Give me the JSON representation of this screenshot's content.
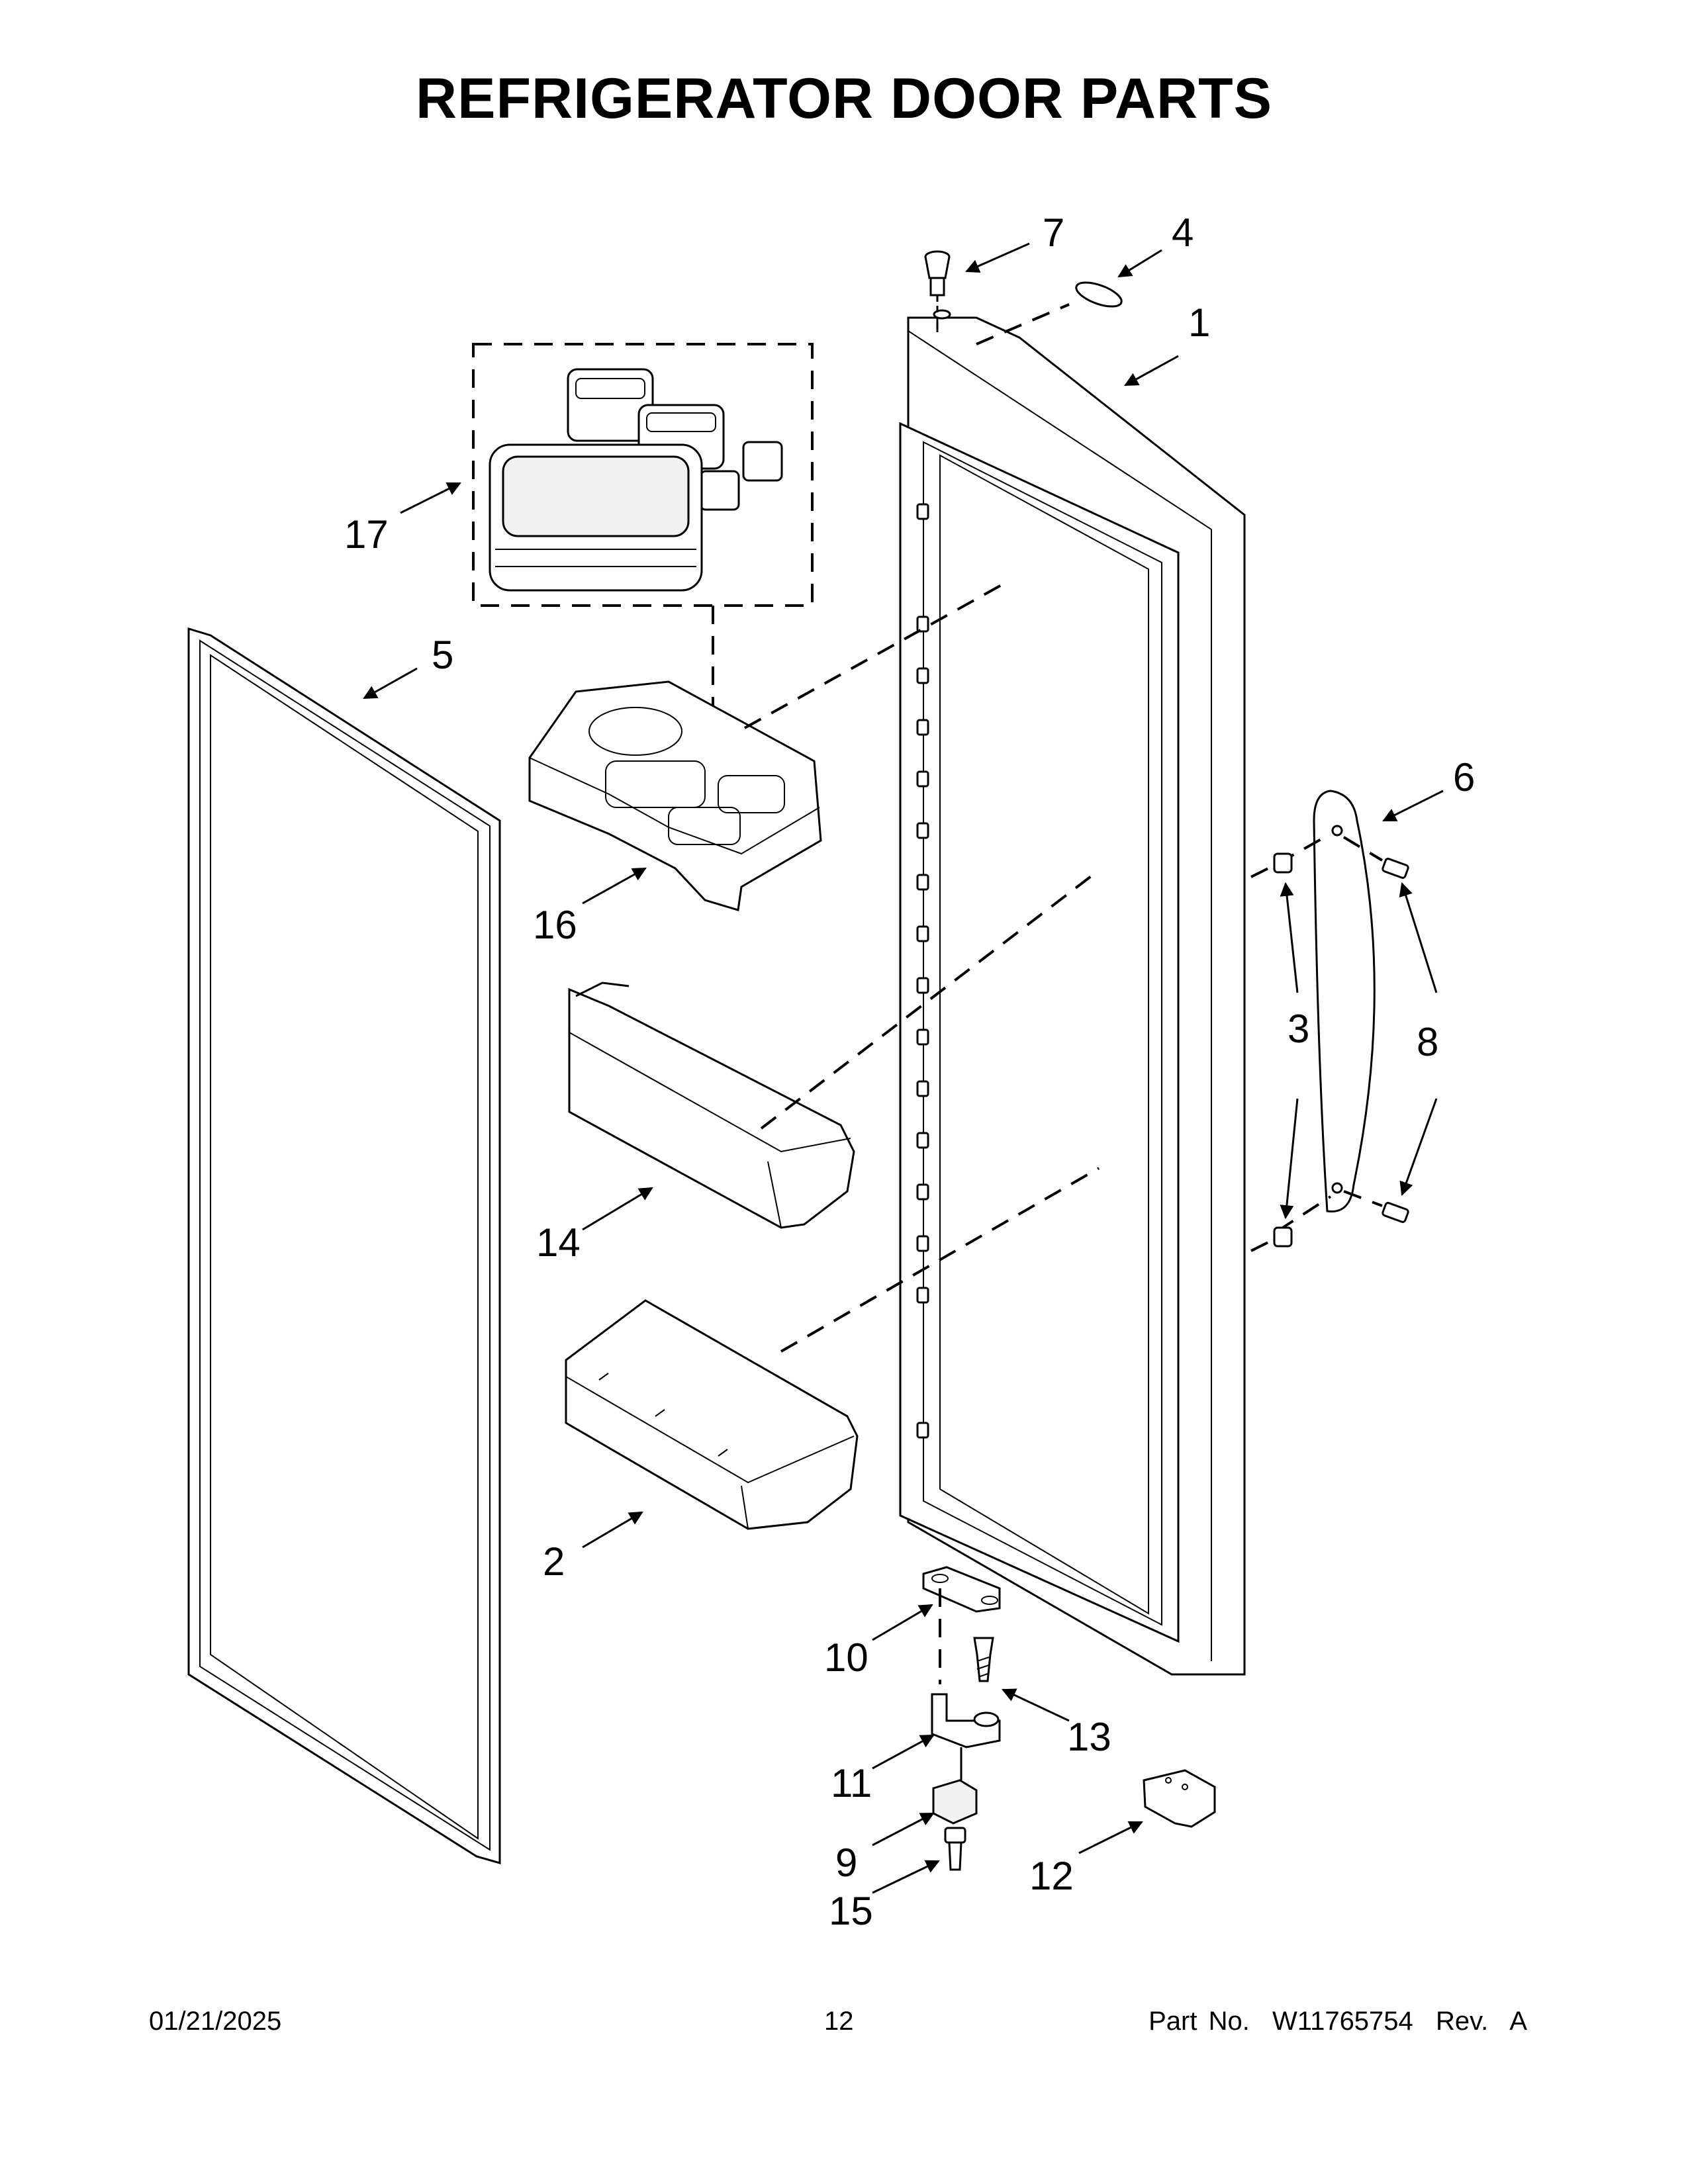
{
  "title": "REFRIGERATOR DOOR PARTS",
  "callouts": {
    "c1": "1",
    "c2": "2",
    "c3": "3",
    "c4": "4",
    "c5": "5",
    "c6": "6",
    "c7": "7",
    "c8": "8",
    "c9": "9",
    "c10": "10",
    "c11": "11",
    "c12": "12",
    "c13": "13",
    "c14": "14",
    "c15": "15",
    "c16": "16",
    "c17": "17"
  },
  "footer": {
    "date": "01/21/2025",
    "page": "12",
    "part_no": "Part No.  W11765754  Rev.  A"
  }
}
